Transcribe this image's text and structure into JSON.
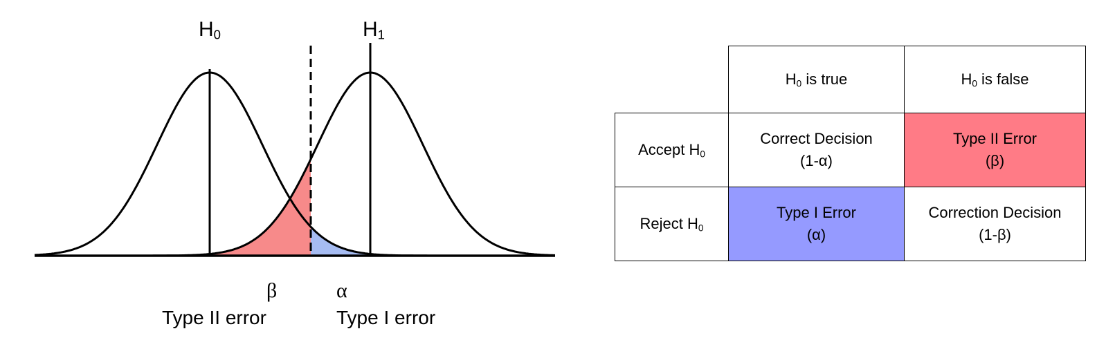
{
  "diagram": {
    "h0_label": "H",
    "h0_sub": "0",
    "h1_label": "H",
    "h1_sub": "1",
    "beta_symbol": "β",
    "alpha_symbol": "α",
    "beta_caption": "Type II error",
    "alpha_caption": "Type I error",
    "colors": {
      "beta_region": "#f78a8a",
      "alpha_region": "#a6bcf2",
      "stroke": "#000000"
    }
  },
  "table": {
    "col_headers": [
      {
        "main": "H",
        "sub": "0",
        "rest": " is true"
      },
      {
        "main": "H",
        "sub": "0",
        "rest": " is false"
      }
    ],
    "rows": [
      {
        "header_main": "Accept H",
        "header_sub": "0",
        "cells": [
          {
            "line1": "Correct Decision",
            "line2": "(1-α)"
          },
          {
            "line1": "Type II Error",
            "line2": "(β)"
          }
        ]
      },
      {
        "header_main": "Reject H",
        "header_sub": "0",
        "cells": [
          {
            "line1": "Type I Error",
            "line2": "(α)"
          },
          {
            "line1": "Correction Decision",
            "line2": "(1-β)"
          }
        ]
      }
    ],
    "colors": {
      "type2_cell": "#ff7b86",
      "type1_cell": "#959aff"
    }
  }
}
